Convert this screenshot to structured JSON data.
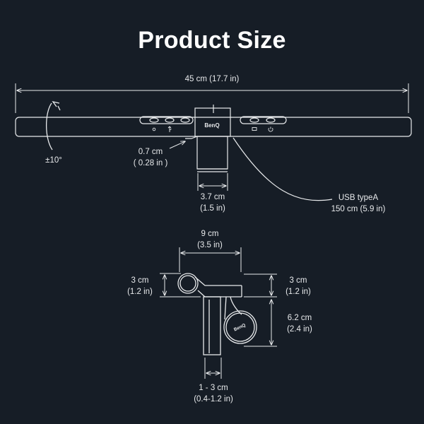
{
  "title": "Product Size",
  "brand": "BenQ",
  "usb_icon": "usb-icon",
  "power_icon": "power-icon",
  "rotation_icon": "rotation-arrow-icon",
  "dimensions": {
    "length": "45 cm (17.7 in)",
    "rotation": "±10°",
    "gap": {
      "cm": "0.7 cm",
      "in": "( 0.28 in )"
    },
    "clip_width": {
      "cm": "3.7 cm",
      "in": "(1.5 in)"
    },
    "cable": {
      "type": "USB typeA",
      "length": "150 cm (5.9 in)"
    },
    "clamp_width": {
      "cm": "9 cm",
      "in": "(3.5 in)"
    },
    "left_height": {
      "cm": "3 cm",
      "in": "(1.2 in)"
    },
    "right_height": {
      "cm": "3 cm",
      "in": "(1.2 in)"
    },
    "weight_height": {
      "cm": "6.2 cm",
      "in": "(2.4 in)"
    },
    "thickness": {
      "cm": "1 - 3 cm",
      "in": "(0.4-1.2 in)"
    }
  },
  "colors": {
    "background": "#161d26",
    "line": "#e8eaec"
  }
}
